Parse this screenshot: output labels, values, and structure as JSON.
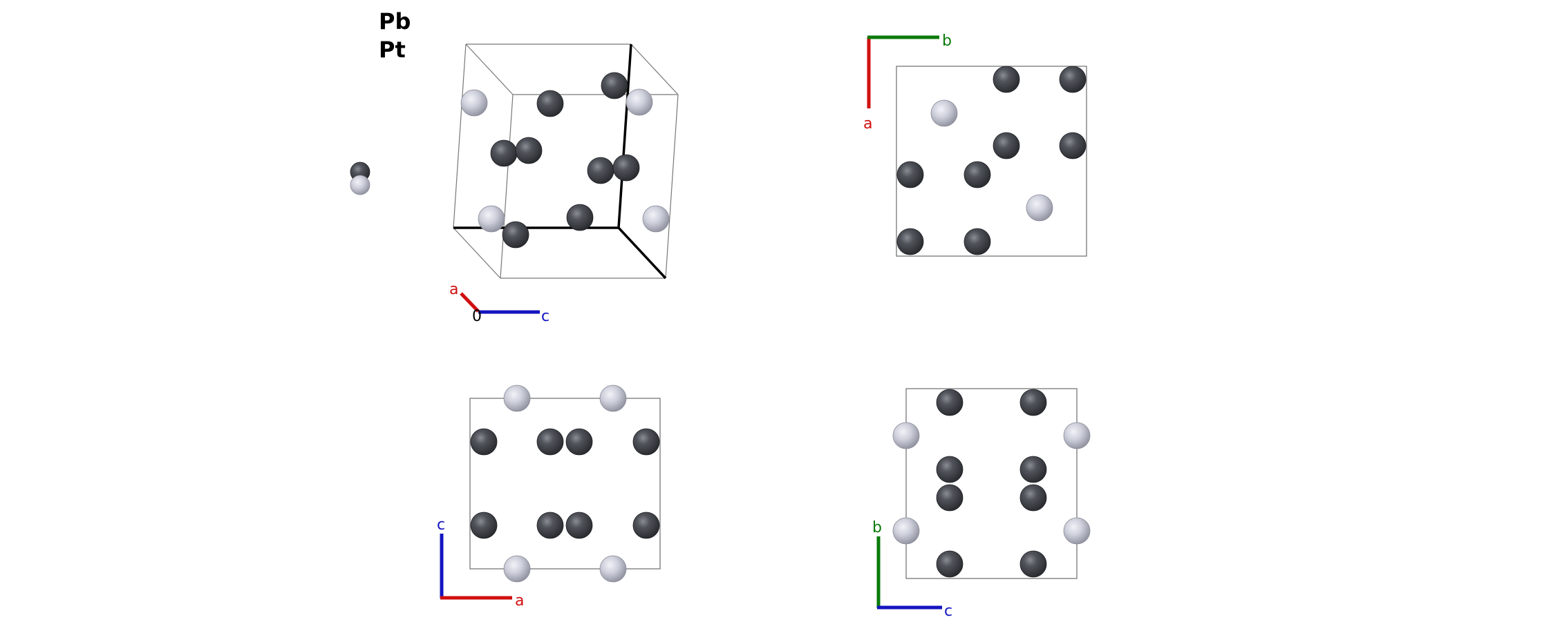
{
  "legend": {
    "items": [
      {
        "element": "Pb",
        "label": "Pb",
        "color": "#474a50"
      },
      {
        "element": "Pt",
        "label": "Pt",
        "color": "#c9cbd8"
      }
    ]
  },
  "colors": {
    "a_axis": "#d01010",
    "b_axis": "#0a7a0a",
    "c_axis": "#1414c0",
    "Pb_atom": "#474a50",
    "Pt_atom": "#c9cbd8",
    "cell_edge": "#777777",
    "cell_edge_bold": "#000000"
  },
  "views": {
    "perspective": {
      "axes": {
        "a": "a",
        "origin": "0",
        "c": "c"
      }
    },
    "top_right": {
      "axes": {
        "b": "b",
        "a": "a"
      }
    },
    "bottom_left": {
      "axes": {
        "c": "c",
        "a": "a"
      }
    },
    "bottom_right": {
      "axes": {
        "b": "b",
        "c": "c"
      }
    }
  }
}
